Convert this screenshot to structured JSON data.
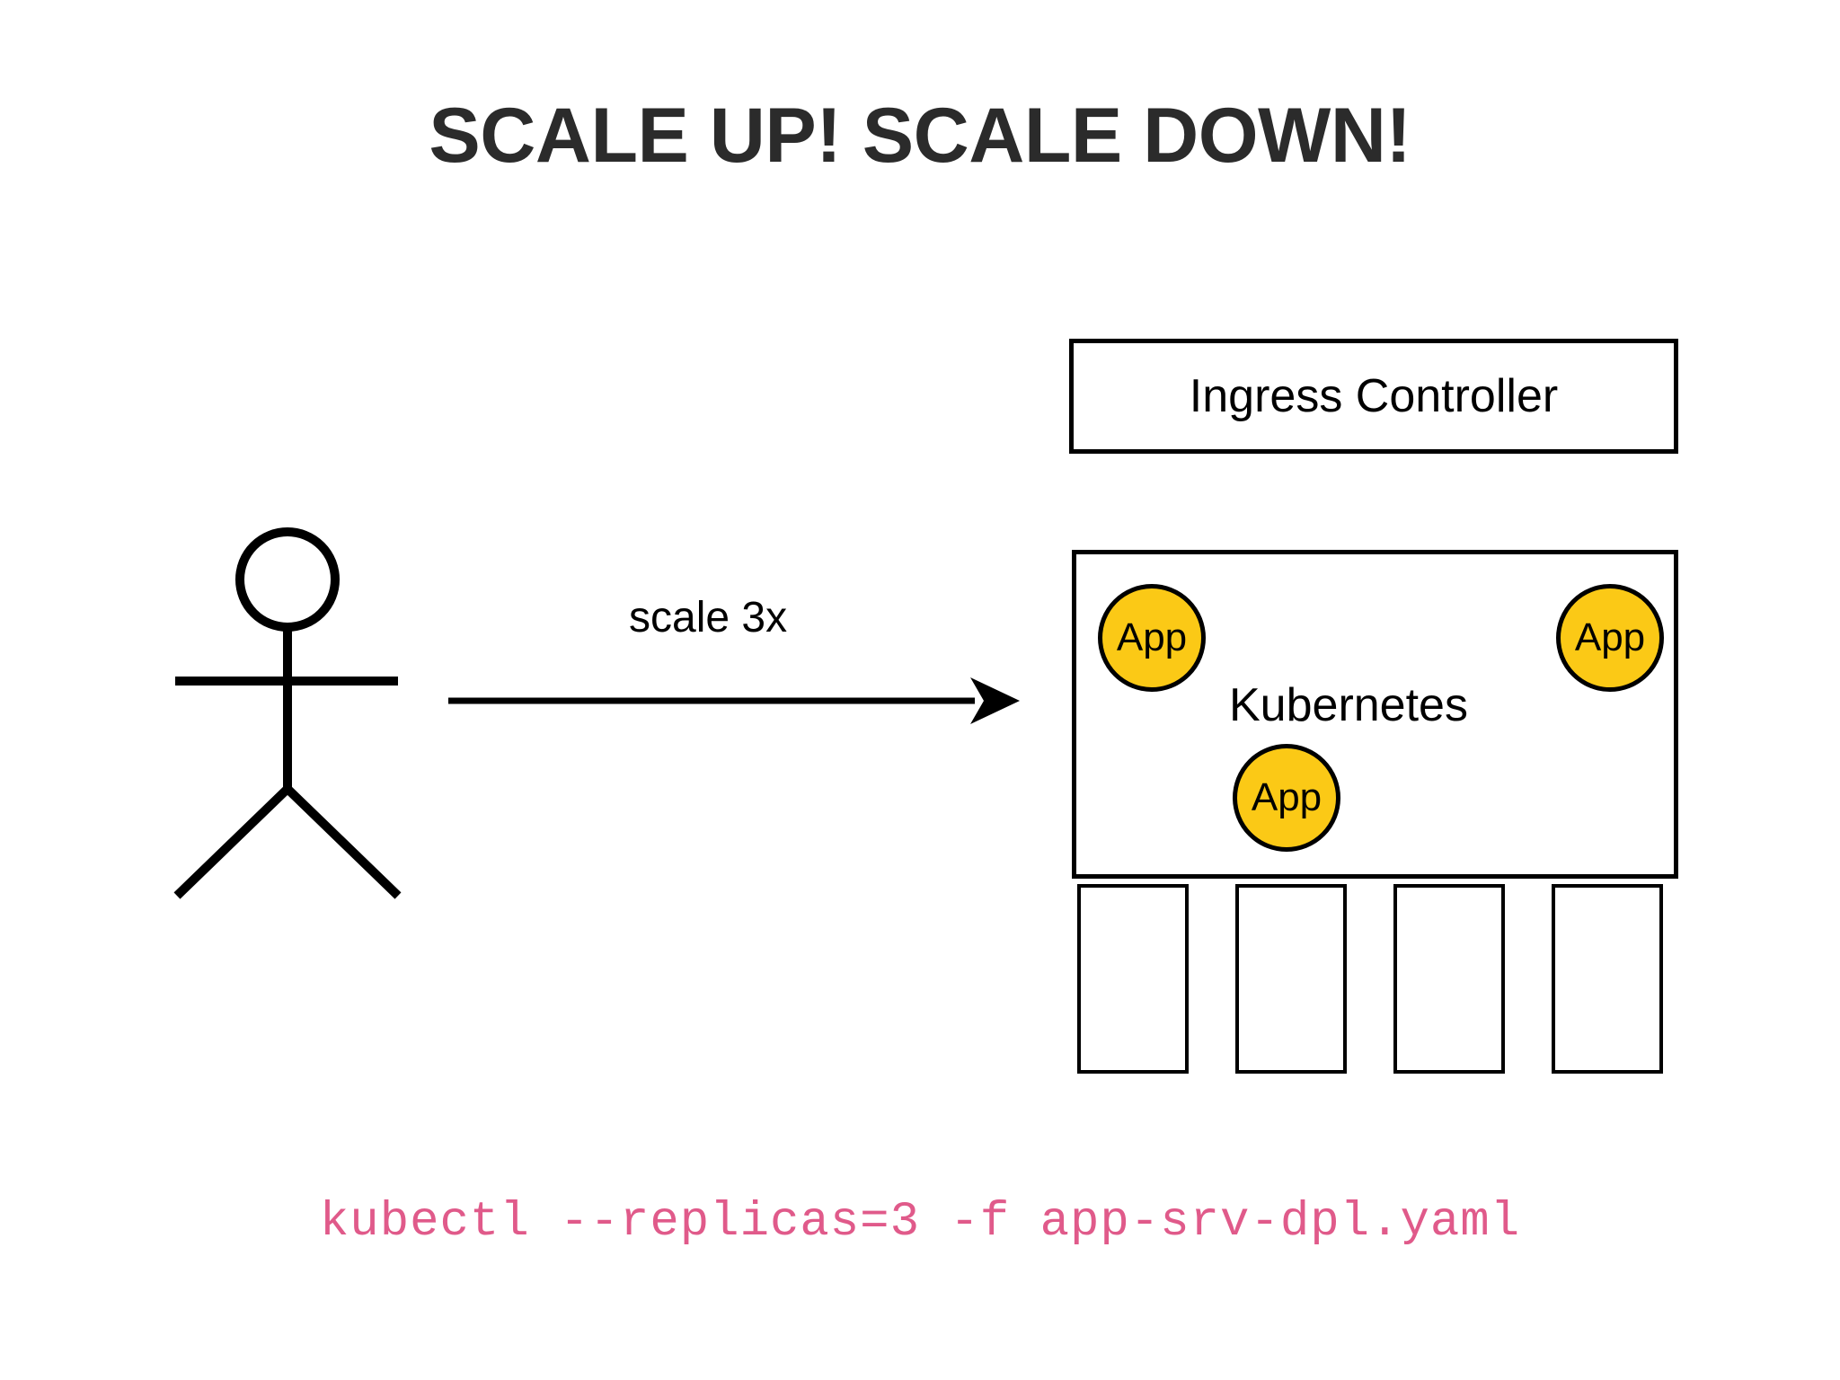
{
  "slide": {
    "title": "SCALE UP! SCALE DOWN!",
    "background_color": "#ffffff",
    "title_color": "#2b2b2b"
  },
  "actor": {
    "name": "stick-figure",
    "description": "user"
  },
  "arrow": {
    "label": "scale 3x",
    "direction": "right",
    "color": "#000000"
  },
  "ingress": {
    "label": "Ingress Controller",
    "border_color": "#000000"
  },
  "cluster": {
    "label": "Kubernetes",
    "border_color": "#000000",
    "apps": [
      {
        "label": "App",
        "fill": "#fbc916"
      },
      {
        "label": "App",
        "fill": "#fbc916"
      },
      {
        "label": "App",
        "fill": "#fbc916"
      }
    ],
    "app_count": 3,
    "nodes": [
      {
        "label": ""
      },
      {
        "label": ""
      },
      {
        "label": ""
      },
      {
        "label": ""
      }
    ],
    "node_count": 4
  },
  "command": {
    "text": "kubectl --replicas=3 -f app-srv-dpl.yaml",
    "color": "#e05a8a"
  }
}
